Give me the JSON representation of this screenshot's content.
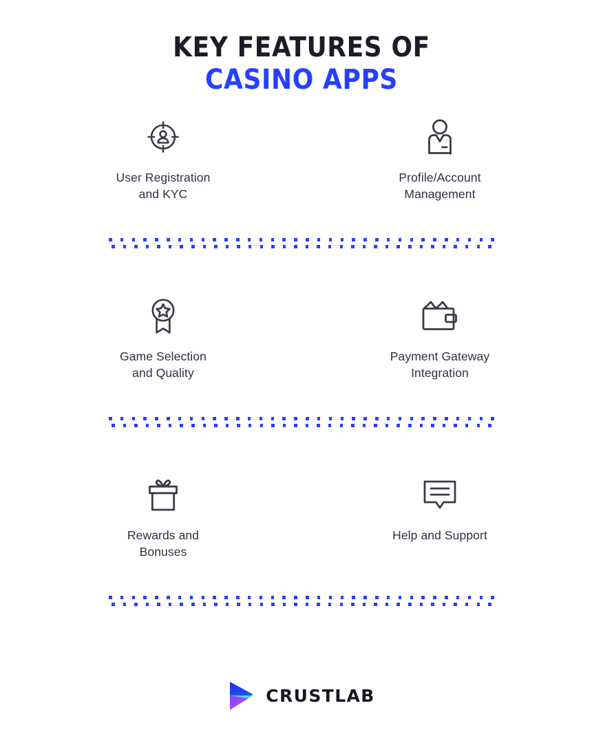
{
  "title": {
    "line1": "KEY FEATURES OF",
    "line2": "CASINO APPS"
  },
  "colors": {
    "accent_blue": "#2540FF",
    "title_dark": "#1B1C28",
    "label_text": "#2E3040",
    "icon_stroke": "#3A3B46",
    "background": "#FFFFFF",
    "logo_blue": "#1A3BF0",
    "logo_cyan": "#4ED8F5",
    "logo_purple": "#9B4DEE"
  },
  "features": [
    {
      "icon": "user-target-icon",
      "label": "User Registration\nand KYC"
    },
    {
      "icon": "profile-person-badge-icon",
      "label": "Profile/Account\nManagement"
    },
    {
      "icon": "award-medal-star-icon",
      "label": "Game Selection\nand Quality"
    },
    {
      "icon": "wallet-icon",
      "label": "Payment Gateway\nIntegration"
    },
    {
      "icon": "gift-box-icon",
      "label": "Rewards and\nBonuses"
    },
    {
      "icon": "speech-bubble-icon",
      "label": "Help and Support"
    }
  ],
  "dividers": {
    "dot_count": 34,
    "row_count": 2,
    "color": "#2540FF"
  },
  "footer": {
    "brand": "CRUSTLAB",
    "logo_icon": "crustlab-arrow-logo"
  }
}
